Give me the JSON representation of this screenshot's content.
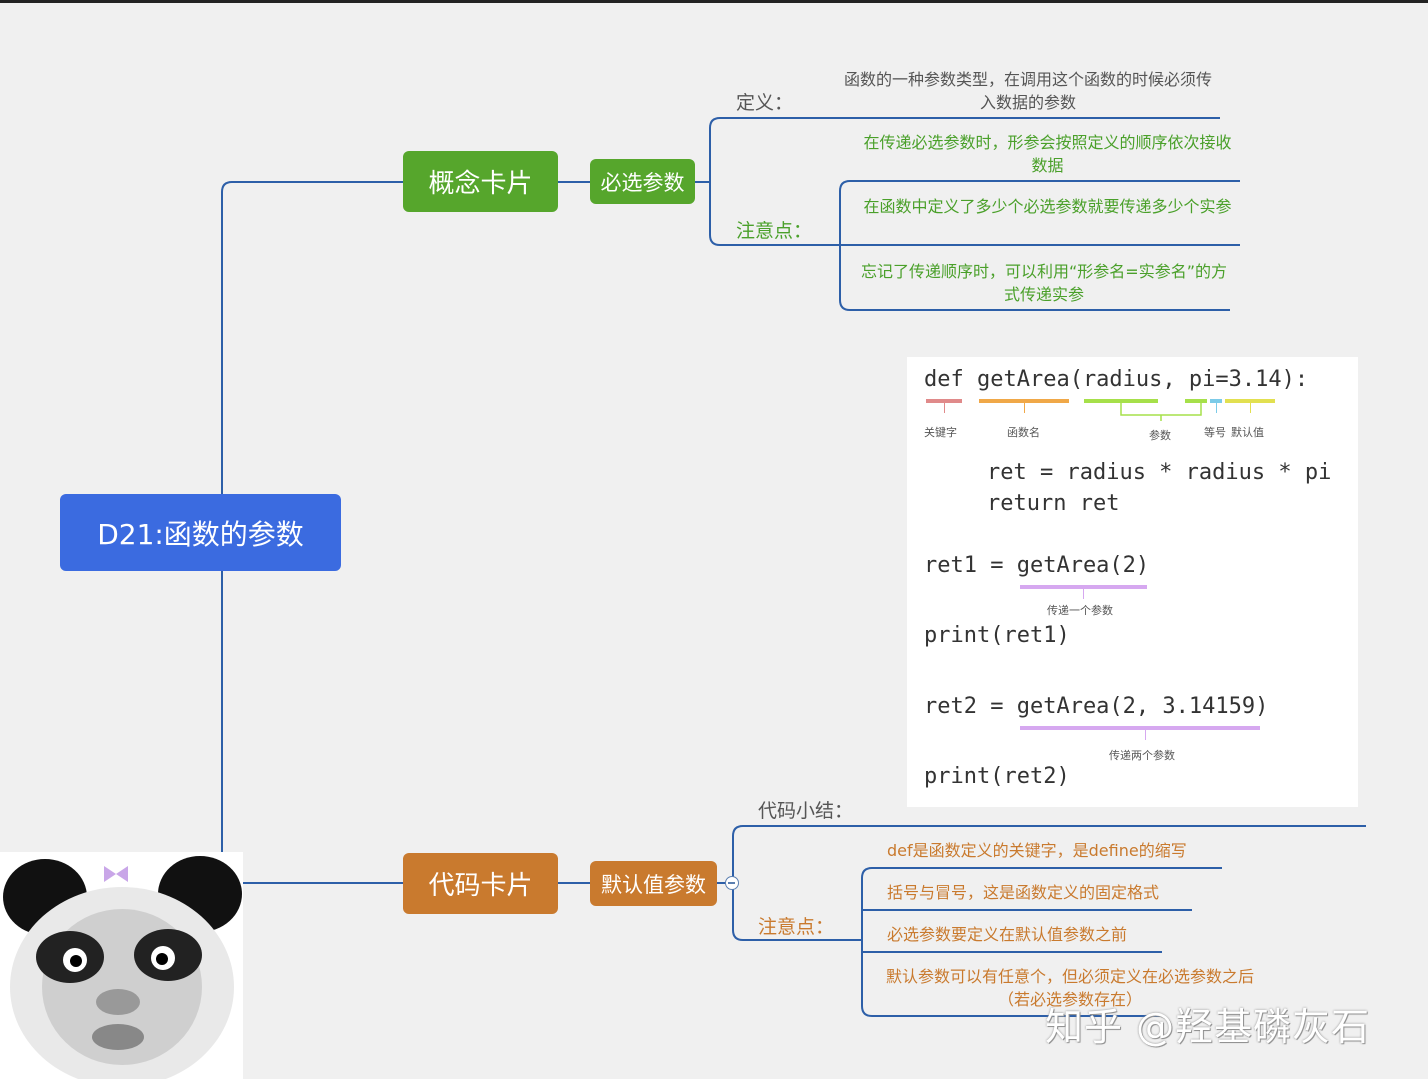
{
  "root": "D21:函数的参数",
  "concept_card": {
    "title": "概念卡片",
    "subtopic": "必选参数",
    "definition_label": "定义：",
    "definition_text": "函数的一种参数类型，在调用这个函数的时候必须传入数据的参数",
    "notes_label": "注意点：",
    "notes": [
      "在传递必选参数时，形参会按照定义的顺序依次接收数据",
      "在函数中定义了多少个必选参数就要传递多少个实参",
      "忘记了传递顺序时，可以利用“形参名=实参名”的方式传递实参"
    ]
  },
  "code_card": {
    "title": "代码卡片",
    "subtopic": "默认值参数",
    "summary_label": "代码小结：",
    "notes_label": "注意点：",
    "notes": [
      "def是函数定义的关键字，是define的缩写",
      "括号与冒号，这是函数定义的固定格式",
      "必选参数要定义在默认值参数之前",
      "默认参数可以有任意个，但必须定义在必选参数之后（若必选参数存在）"
    ]
  },
  "code": {
    "line1": "def getArea(radius, pi=3.14):",
    "line2": "ret = radius * radius * pi",
    "line3": "return ret",
    "line4": "ret1 = getArea(2)",
    "line5": "print(ret1)",
    "line6": "ret2 = getArea(2, 3.14159)",
    "line7": "print(ret2)",
    "ann_keyword": "关键字",
    "ann_funcname": "函数名",
    "ann_params": "参数",
    "ann_equals": "等号",
    "ann_default": "默认值",
    "ann_one": "传递一个参数",
    "ann_two": "传递两个参数"
  },
  "watermark": "知乎 @羟基磷灰石",
  "colors": {
    "root": "#3b6be0",
    "green": "#56a62c",
    "orange": "#c97a2e",
    "line": "#2d5fa8"
  }
}
